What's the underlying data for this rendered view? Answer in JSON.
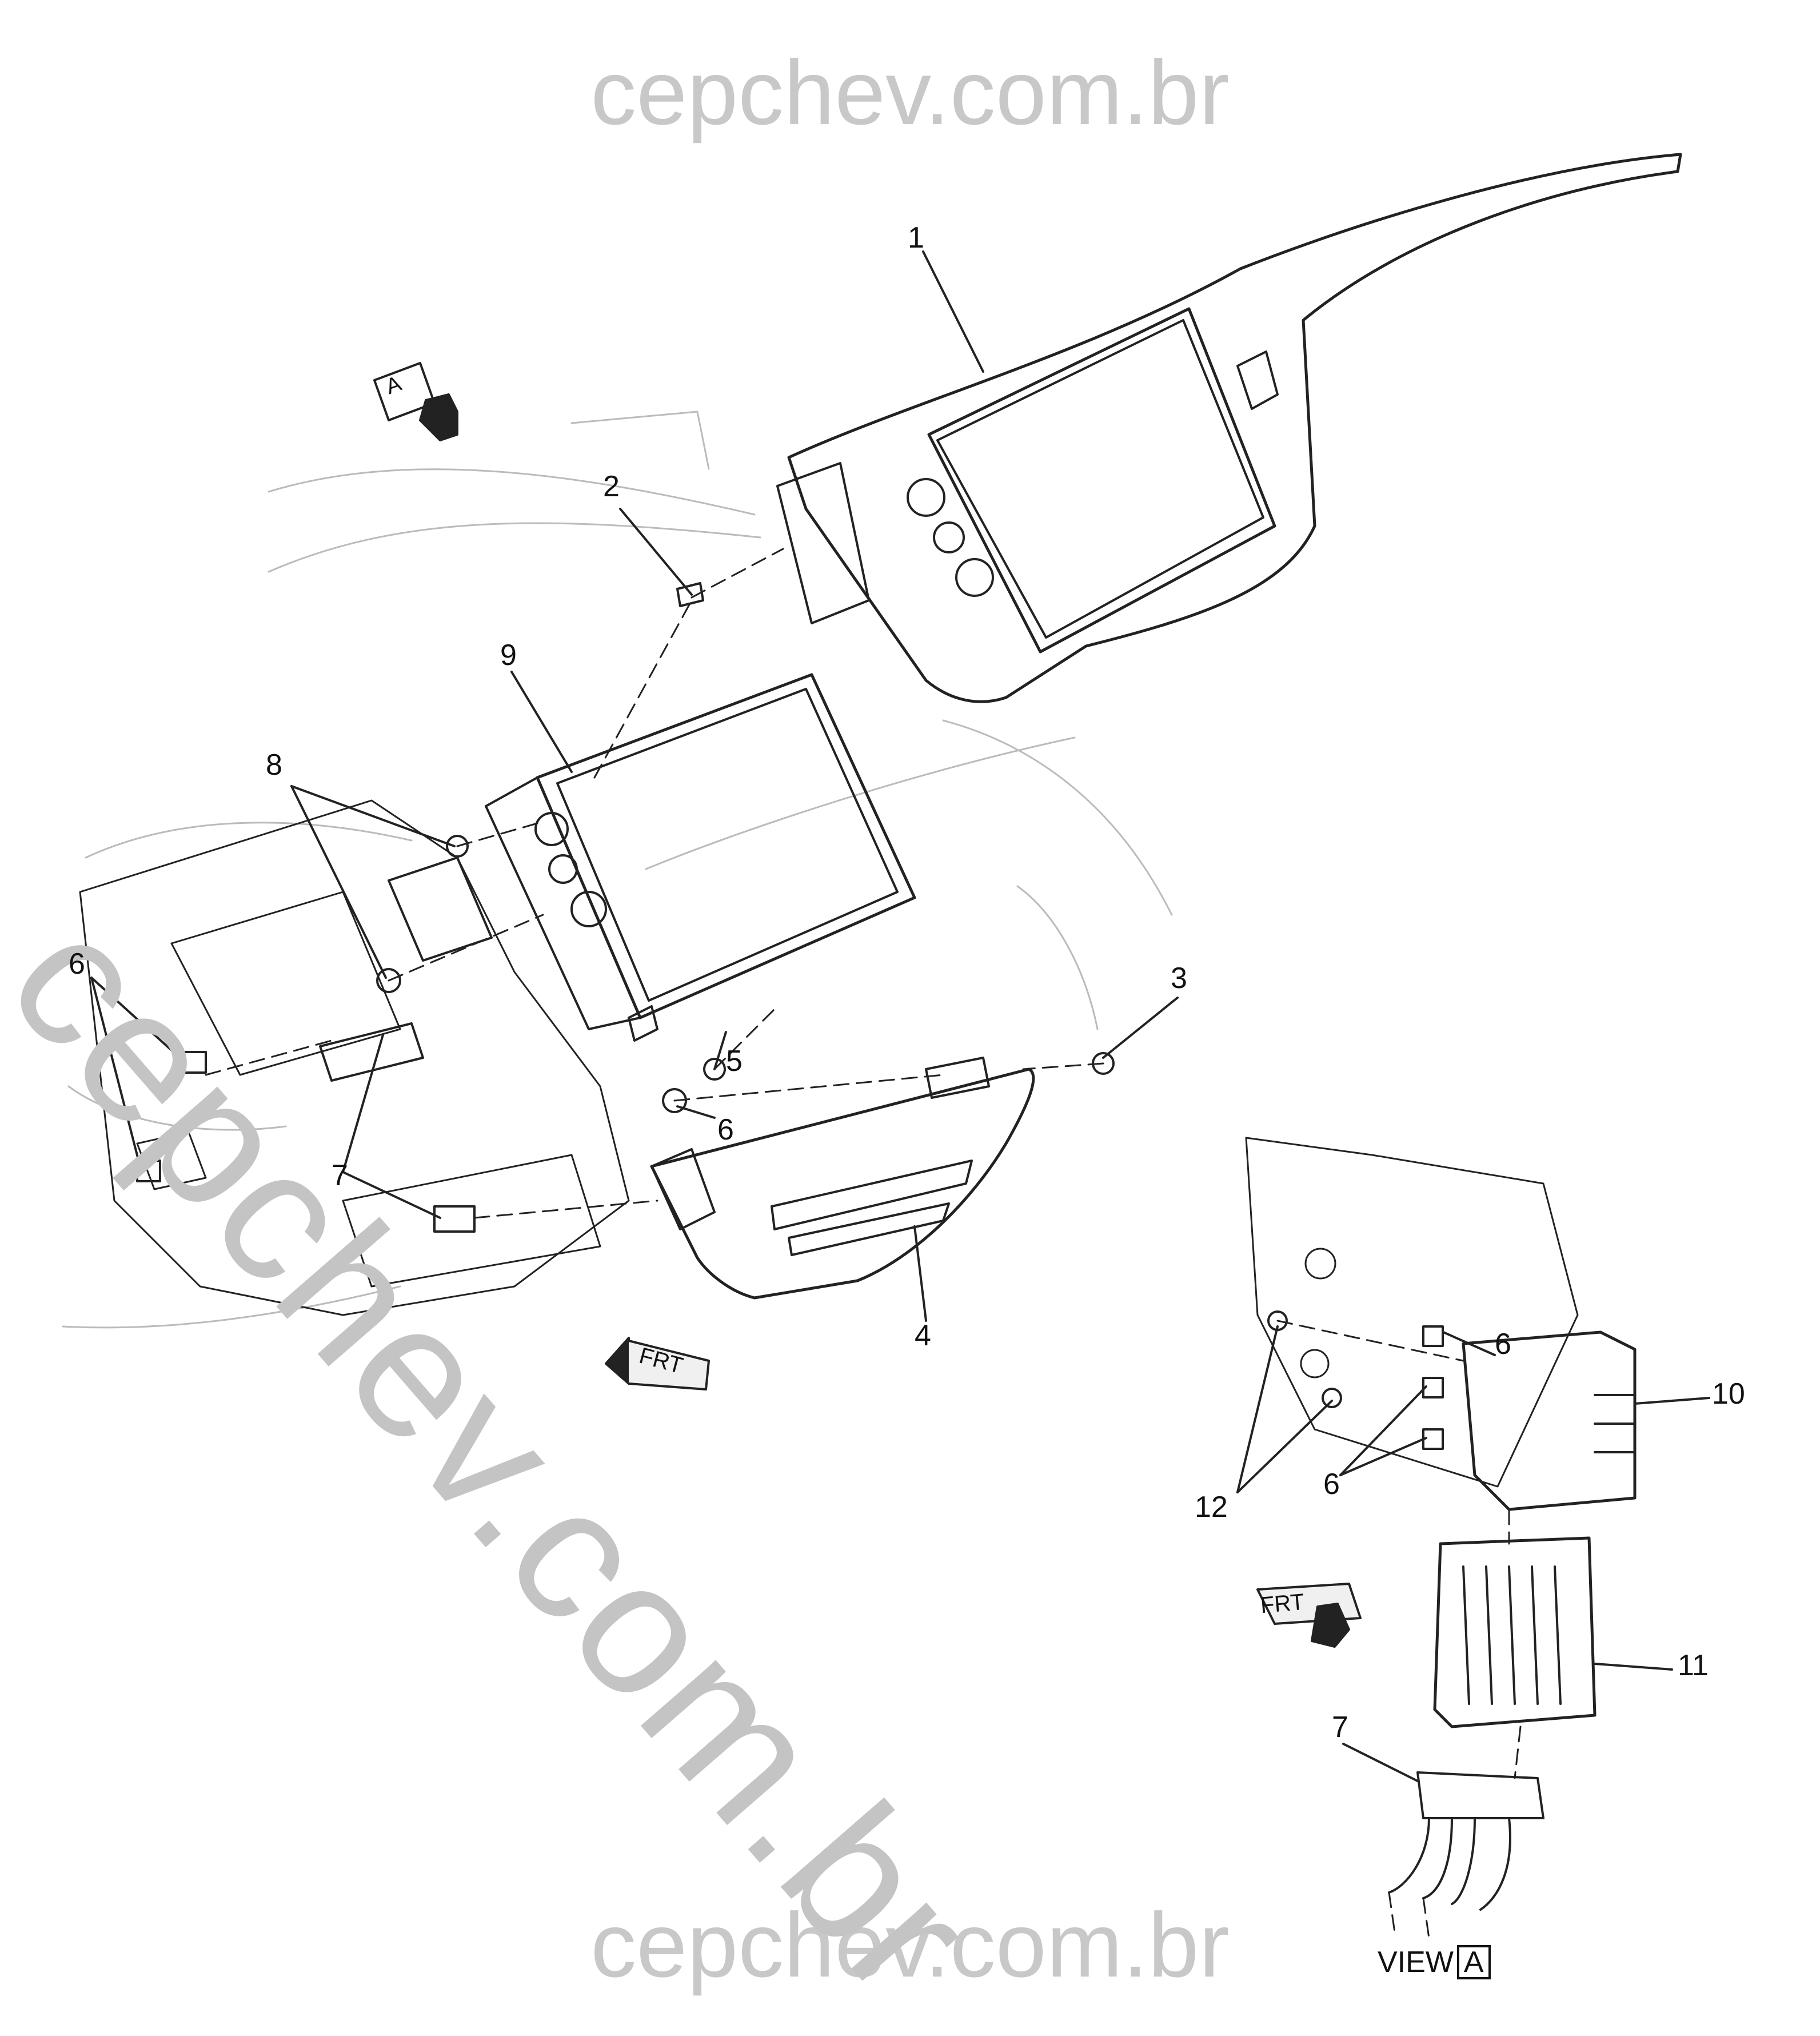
{
  "watermark": {
    "top": "cepchev.com.br",
    "bottom": "cepchev.com.br",
    "diagonal": "cepchev.com.br"
  },
  "callouts": {
    "c1": "1",
    "c2": "2",
    "c3": "3",
    "c4": "4",
    "c5": "5",
    "c6a": "6",
    "c6b": "6",
    "c6c": "6",
    "c6d": "6",
    "c7a": "7",
    "c7b": "7",
    "c8": "8",
    "c9": "9",
    "c10": "10",
    "c11": "11",
    "c12": "12"
  },
  "view_markers": {
    "view_a_flag": "A",
    "frt_left": "FRT",
    "frt_right": "FRT"
  },
  "view_label": {
    "text": "VIEW",
    "letter": "A"
  }
}
